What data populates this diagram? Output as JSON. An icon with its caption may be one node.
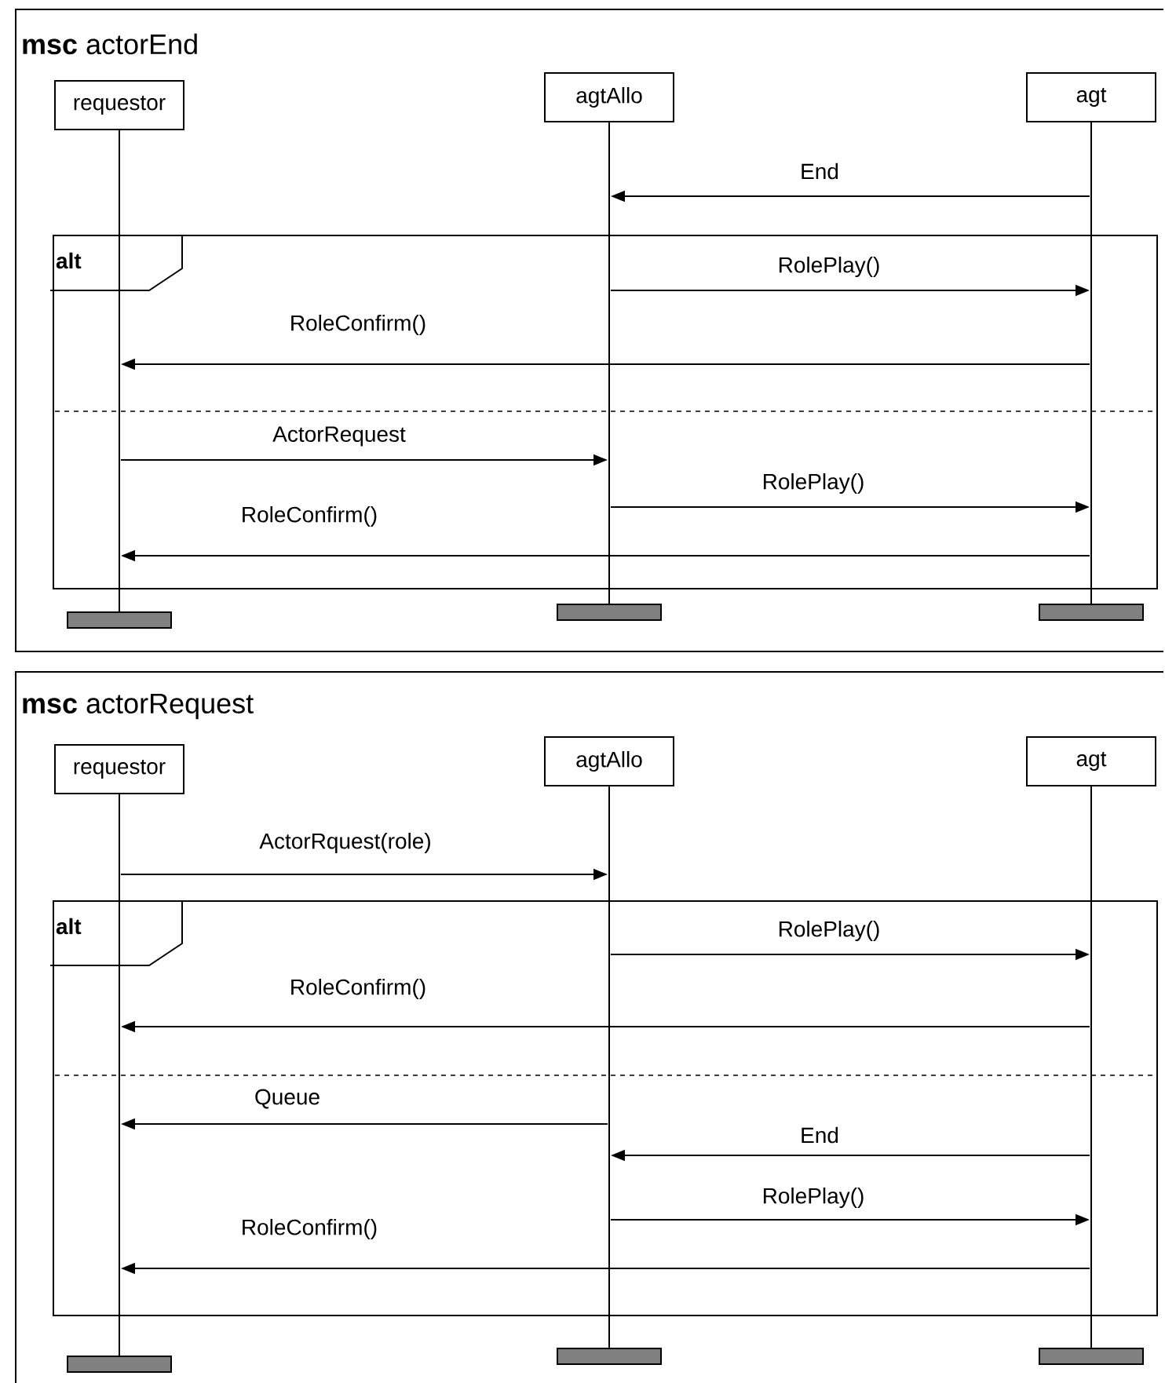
{
  "diagram": {
    "nodes": [
      {
        "text": [
          "**msc** actorEnd"
        ]
      },
      {
        "text": [
          "requestor"
        ],
        "in": 0
      },
      {
        "text": [
          "agtAllo"
        ],
        "in": 0
      },
      {
        "text": [
          "agt"
        ],
        "in": 0
      },
      {
        "text": [
          "alt"
        ],
        "in": 0
      },
      {
        "text": [],
        "shape": "line",
        "in": 0
      },
      {
        "text": [],
        "shape": "line",
        "in": 0
      },
      {
        "text": [],
        "shape": "line",
        "in": 0
      },
      {
        "text": [
          "**msc** actorRequest"
        ]
      },
      {
        "text": [
          "requestor"
        ],
        "in": 8
      },
      {
        "text": [
          "agtAllo"
        ],
        "in": 8
      },
      {
        "text": [
          "agt"
        ],
        "in": 8
      },
      {
        "text": [
          "alt"
        ],
        "in": 8
      },
      {
        "text": [],
        "shape": "line",
        "in": 8
      },
      {
        "text": [],
        "shape": "line",
        "in": 8
      },
      {
        "text": [],
        "shape": "line",
        "in": 8
      }
    ],
    "edges": [
      {
        "from": 7,
        "to": 6,
        "arrow": "to",
        "label": "End"
      },
      {
        "from": 6,
        "to": 7,
        "arrow": "to",
        "label": "RolePlay()"
      },
      {
        "from": 7,
        "to": 5,
        "arrow": "to",
        "label": "RoleConfirm()"
      },
      {
        "from": 5,
        "to": 6,
        "arrow": "to",
        "label": "ActorRequest"
      },
      {
        "from": 6,
        "to": 7,
        "arrow": "to",
        "label": "RolePlay()"
      },
      {
        "from": 7,
        "to": 5,
        "arrow": "to",
        "label": "RoleConfirm()"
      },
      {
        "from": 13,
        "to": 14,
        "arrow": "to",
        "label": "ActorRquest(role)"
      },
      {
        "from": 14,
        "to": 15,
        "arrow": "to",
        "label": "RolePlay()"
      },
      {
        "from": 15,
        "to": 13,
        "arrow": "to",
        "label": "RoleConfirm()"
      },
      {
        "from": 14,
        "to": 13,
        "arrow": "to",
        "label": "Queue"
      },
      {
        "from": 15,
        "to": 14,
        "arrow": "to",
        "label": "End"
      },
      {
        "from": 14,
        "to": 15,
        "arrow": "to",
        "label": "RolePlay()"
      },
      {
        "from": 15,
        "to": 13,
        "arrow": "to",
        "label": "RoleConfirm()"
      }
    ]
  }
}
